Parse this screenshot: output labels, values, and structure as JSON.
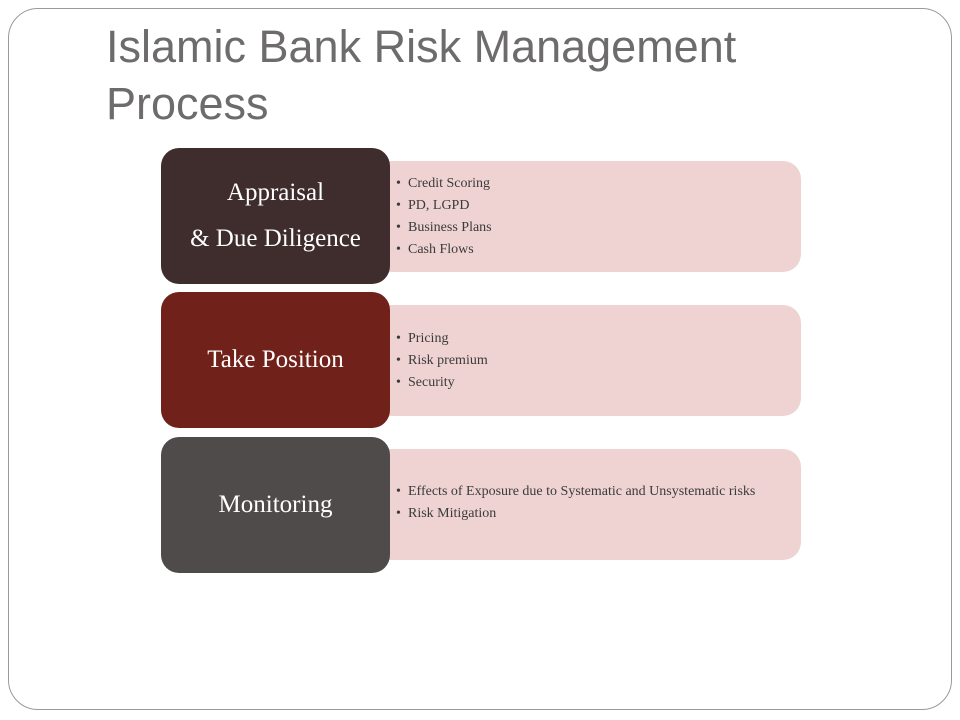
{
  "slide": {
    "title": "Islamic Bank Risk Management Process"
  },
  "stages": [
    {
      "label_lines": [
        "Appraisal",
        "& Due Diligence"
      ],
      "bullets": [
        "Credit Scoring",
        "PD, LGPD",
        "Business Plans",
        "Cash Flows"
      ],
      "color": "#3f2c2c"
    },
    {
      "label_lines": [
        "Take Position"
      ],
      "bullets": [
        "Pricing",
        "Risk premium",
        "Security"
      ],
      "color": "#702119"
    },
    {
      "label_lines": [
        "Monitoring"
      ],
      "bullets": [
        "Effects of Exposure due to Systematic and Unsystematic risks",
        "Risk Mitigation"
      ],
      "color": "#4f4b4b"
    }
  ],
  "colors": {
    "bullet_box_fill": "#efd3d3",
    "title_text": "#6d6b6b"
  }
}
